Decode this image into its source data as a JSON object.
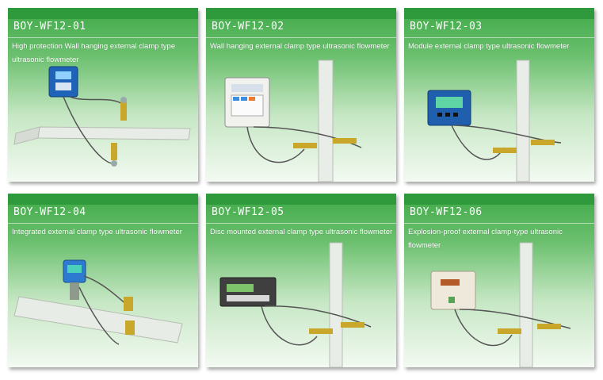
{
  "cards": [
    {
      "code": "BOY-WF12-01",
      "title": "High protection Wall hanging external clamp type ultrasonic flowmeter"
    },
    {
      "code": "BOY-WF12-02",
      "title": "Wall hanging external clamp type ultrasonic flowmeter"
    },
    {
      "code": "BOY-WF12-03",
      "title": "Module external clamp type ultrasonic flowmeter"
    },
    {
      "code": "BOY-WF12-04",
      "title": "Integrated external clamp type ultrasonic flowmeter"
    },
    {
      "code": "BOY-WF12-05",
      "title": "Disc mounted external clamp type ultrasonic flowmeter"
    },
    {
      "code": "BOY-WF12-06",
      "title": "Explosion-proof external clamp-type ultrasonic flowmeter"
    }
  ],
  "icons": [
    "flowmeter-wall-icon",
    "flowmeter-panel-icon",
    "flowmeter-module-icon",
    "flowmeter-integrated-icon",
    "flowmeter-disc-icon",
    "flowmeter-explosion-proof-icon"
  ],
  "colors": {
    "header_green": "#2f9a3c",
    "card_green": "#6cc06f"
  }
}
